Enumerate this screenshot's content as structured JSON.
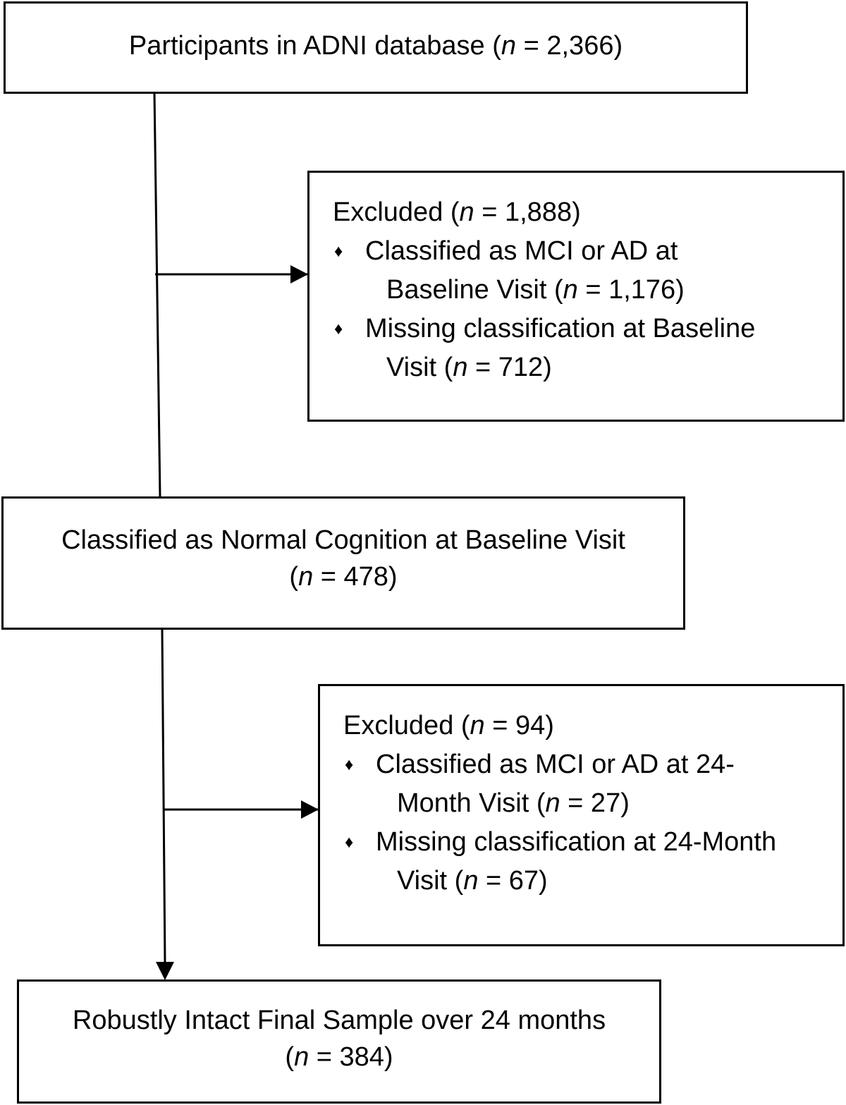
{
  "boxes": {
    "participants": {
      "label": "Participants in ADNI database (",
      "n_symbol": "n",
      "n_text": " = 2,366)"
    },
    "excluded_baseline": {
      "title_pre": "Excluded (",
      "n_symbol": "n",
      "title_post": " = 1,888)",
      "bullet_glyph": "♦",
      "items": [
        {
          "line1": "Classified as MCI or AD at",
          "line2_pre": "Baseline Visit (",
          "n_symbol": "n",
          "line2_post": " = 1,176)"
        },
        {
          "line1": "Missing classification at Baseline",
          "line2_pre": "Visit (",
          "n_symbol": "n",
          "line2_post": " = 712)"
        }
      ]
    },
    "normal_cognition": {
      "line1": "Classified as Normal Cognition at Baseline Visit",
      "line2_pre": "(",
      "n_symbol": "n",
      "line2_post": " = 478)"
    },
    "excluded_24month": {
      "title_pre": "Excluded (",
      "n_symbol": "n",
      "title_post": " = 94)",
      "bullet_glyph": "♦",
      "items": [
        {
          "line1": "Classified as MCI or AD at 24-",
          "line2_pre": "Month Visit (",
          "n_symbol": "n",
          "line2_post": " = 27)"
        },
        {
          "line1": "Missing classification at 24-Month",
          "line2_pre": "Visit (",
          "n_symbol": "n",
          "line2_post": " = 67)"
        }
      ]
    },
    "final_sample": {
      "line1": "Robustly Intact Final Sample over 24 months",
      "line2_pre": "(",
      "n_symbol": "n",
      "line2_post": " = 384)"
    }
  }
}
